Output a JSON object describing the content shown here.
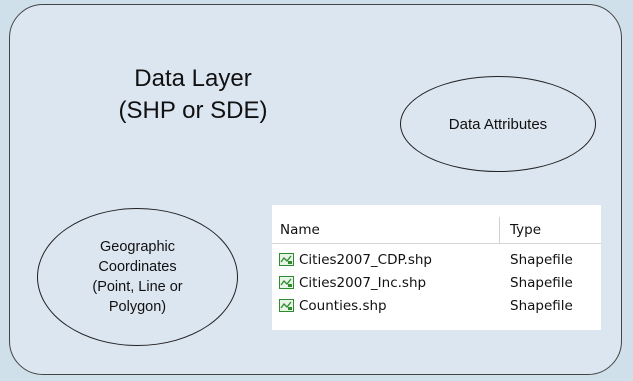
{
  "data_layer": {
    "line1": "Data Layer",
    "line2": "(SHP or SDE)"
  },
  "attributes_label": "Data Attributes",
  "geo_label": {
    "line1": "Geographic",
    "line2": "Coordinates",
    "line3": "(Point, Line or",
    "line4": "Polygon)"
  },
  "file_list": {
    "columns": {
      "name": "Name",
      "type": "Type"
    },
    "rows": [
      {
        "name": "Cities2007_CDP.shp",
        "type": "Shapefile",
        "icon": "shapefile-icon"
      },
      {
        "name": "Cities2007_Inc.shp",
        "type": "Shapefile",
        "icon": "shapefile-icon"
      },
      {
        "name": "Counties.shp",
        "type": "Shapefile",
        "icon": "shapefile-icon"
      }
    ]
  },
  "colors": {
    "page_background": "#cfe0ea",
    "panel_fill": "#dce6f1",
    "icon_green": "#2e8b2e"
  }
}
